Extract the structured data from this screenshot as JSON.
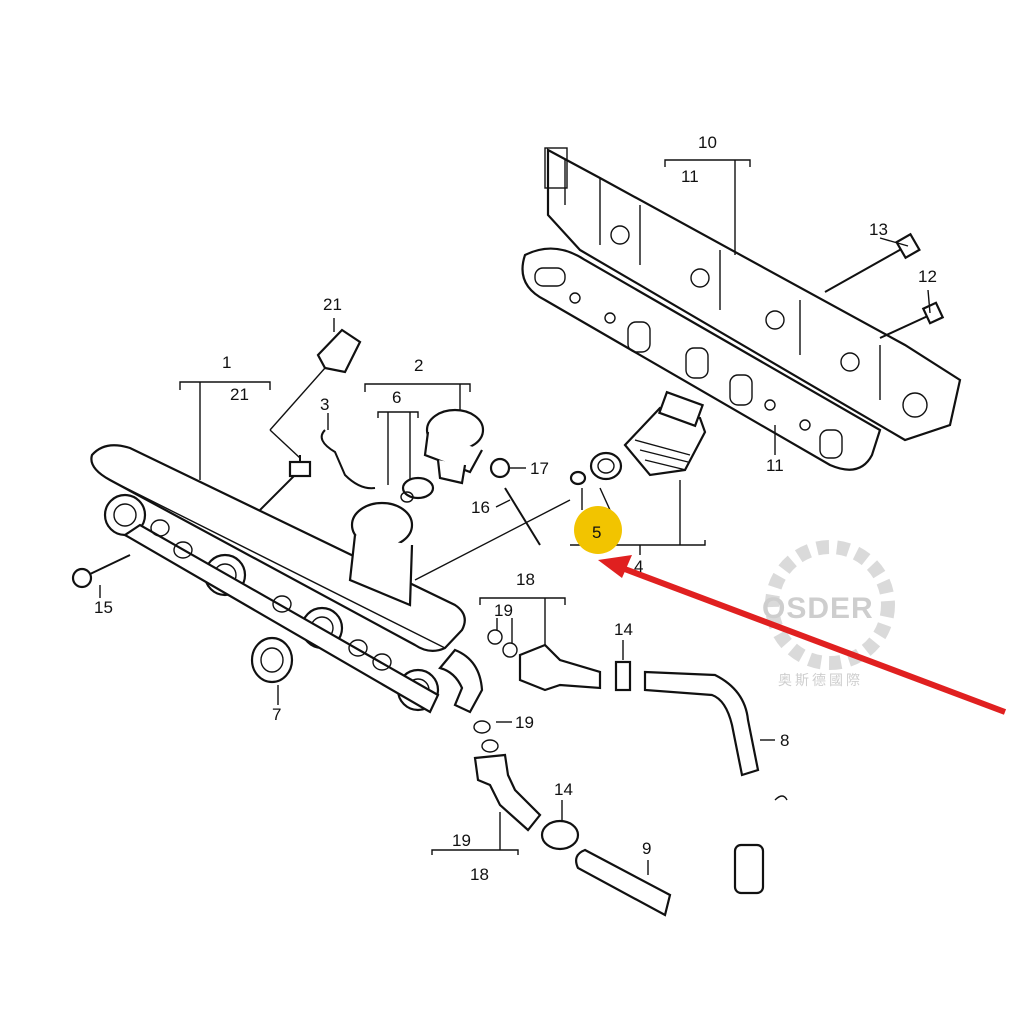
{
  "labels": [
    {
      "id": "1",
      "text": "1"
    },
    {
      "id": "2",
      "text": "2"
    },
    {
      "id": "3",
      "text": "3"
    },
    {
      "id": "4",
      "text": "4"
    },
    {
      "id": "5",
      "text": "5"
    },
    {
      "id": "6",
      "text": "6"
    },
    {
      "id": "7",
      "text": "7"
    },
    {
      "id": "8",
      "text": "8"
    },
    {
      "id": "9",
      "text": "9"
    },
    {
      "id": "10",
      "text": "10"
    },
    {
      "id": "11a",
      "text": "11"
    },
    {
      "id": "11b",
      "text": "11"
    },
    {
      "id": "12",
      "text": "12"
    },
    {
      "id": "13",
      "text": "13"
    },
    {
      "id": "14a",
      "text": "14"
    },
    {
      "id": "14b",
      "text": "14"
    },
    {
      "id": "15",
      "text": "15"
    },
    {
      "id": "16",
      "text": "16"
    },
    {
      "id": "17",
      "text": "17"
    },
    {
      "id": "18a",
      "text": "18"
    },
    {
      "id": "18b",
      "text": "18"
    },
    {
      "id": "19a",
      "text": "19"
    },
    {
      "id": "19b",
      "text": "19"
    },
    {
      "id": "19c",
      "text": "19"
    },
    {
      "id": "21a",
      "text": "21"
    },
    {
      "id": "21b",
      "text": "21"
    }
  ],
  "highlight": {
    "label": "5",
    "color": "#f2c400"
  },
  "arrow_color": "#e02020",
  "watermark": {
    "brand": "OSDER",
    "subtitle": "奥斯德國際"
  }
}
